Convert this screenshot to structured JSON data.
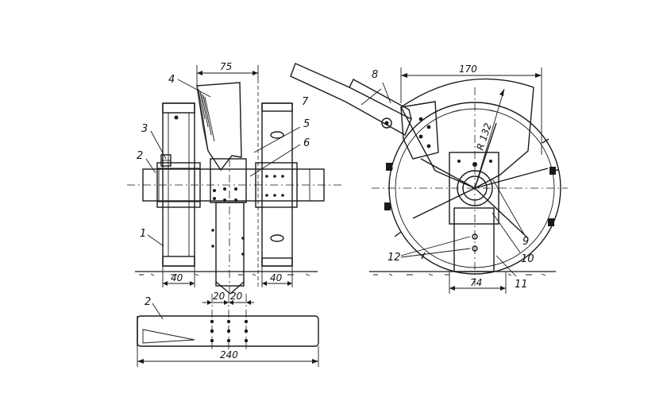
{
  "callouts": {
    "c1": "1",
    "c2": "2",
    "c3": "3",
    "c4": "4",
    "c5": "5",
    "c6": "6",
    "c7": "7",
    "c8": "8",
    "c9": "9",
    "c10": "10",
    "c11": "11",
    "c12": "12",
    "c2b": "2"
  },
  "dimensions": {
    "d75": "75",
    "d40l": "40",
    "d40r": "40",
    "d170": "170",
    "r132": "R 132",
    "d74": "74",
    "d20a": "20",
    "d20b": "20",
    "d240": "240"
  }
}
